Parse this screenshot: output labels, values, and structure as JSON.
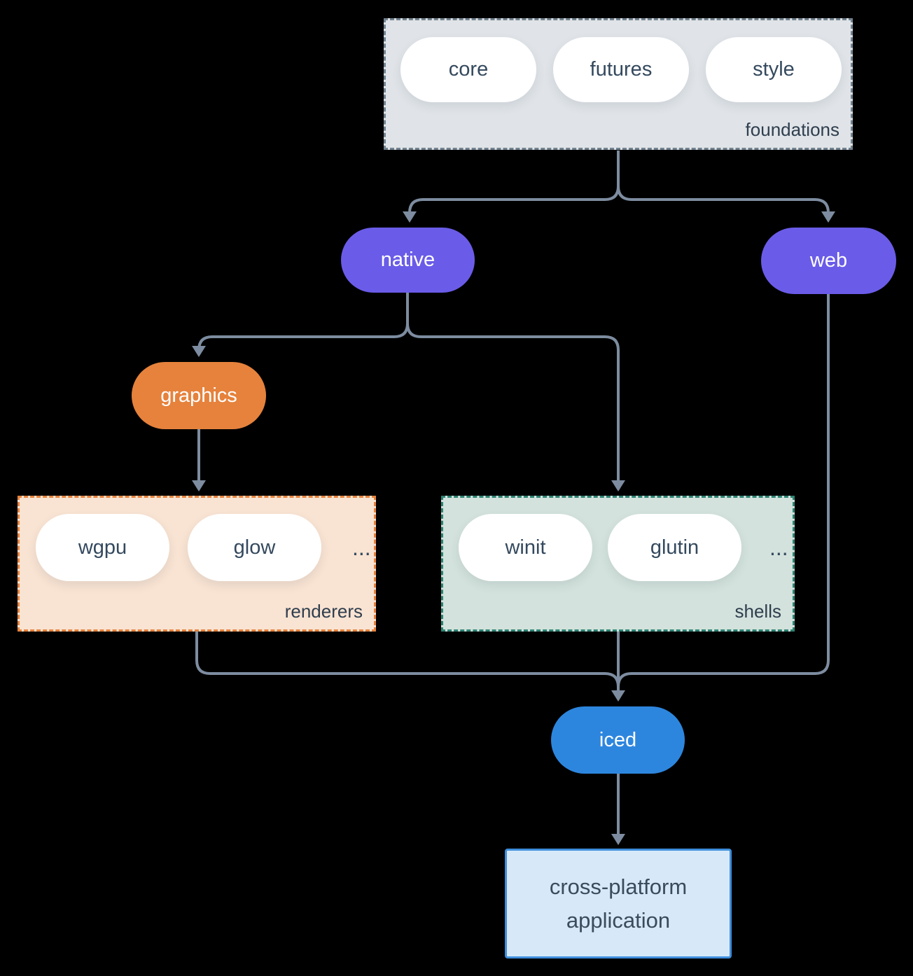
{
  "diagram": {
    "background_color": "#000000",
    "connector_color": "#7d8ca0",
    "nodes": {
      "native": {
        "label": "native",
        "color": "#6a5ce8"
      },
      "web": {
        "label": "web",
        "color": "#6a5ce8"
      },
      "graphics": {
        "label": "graphics",
        "color": "#e6823c"
      },
      "iced": {
        "label": "iced",
        "color": "#2d86de"
      },
      "application": {
        "label": "cross-platform application",
        "bg": "#d7e9f9",
        "border": "#3e8edb"
      }
    },
    "groups": {
      "foundations": {
        "label": "foundations",
        "bg": "#e0e4e8",
        "border": "#72828f",
        "pills": [
          "core",
          "futures",
          "style"
        ]
      },
      "renderers": {
        "label": "renderers",
        "bg": "#f9e3d2",
        "border": "#e6823c",
        "pills": [
          "wgpu",
          "glow"
        ],
        "ellipsis": "..."
      },
      "shells": {
        "label": "shells",
        "bg": "#d3e2dc",
        "border": "#2d8373",
        "pills": [
          "winit",
          "glutin"
        ],
        "ellipsis": "..."
      }
    },
    "edges": [
      {
        "from": "foundations",
        "to": "native"
      },
      {
        "from": "foundations",
        "to": "web"
      },
      {
        "from": "native",
        "to": "graphics"
      },
      {
        "from": "native",
        "to": "shells"
      },
      {
        "from": "graphics",
        "to": "renderers"
      },
      {
        "from": "renderers",
        "to": "iced"
      },
      {
        "from": "shells",
        "to": "iced"
      },
      {
        "from": "web",
        "to": "iced"
      },
      {
        "from": "iced",
        "to": "application"
      }
    ]
  }
}
